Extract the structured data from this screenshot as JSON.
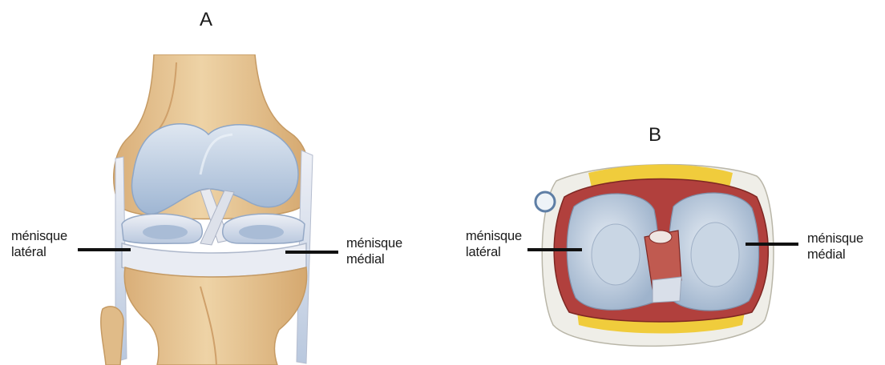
{
  "panels": {
    "a": {
      "letter": "A",
      "left_label": {
        "line1": "ménisque",
        "line2": "latéral"
      },
      "right_label": {
        "line1": "ménisque",
        "line2": "médial"
      }
    },
    "b": {
      "letter": "B",
      "left_label": {
        "line1": "ménisque",
        "line2": "latéral"
      },
      "right_label": {
        "line1": "ménisque",
        "line2": "médial"
      }
    }
  },
  "colors": {
    "bone": "#e6c596",
    "bone_shadow": "#c99b62",
    "cartilage": "#c4d4e6",
    "ligament": "#e7e9ef",
    "meniscus_section": "#b1403d",
    "fat": "#f0cc3c",
    "leader_line": "#111111"
  },
  "icons": {
    "a": "knee-joint-anterior-illustration",
    "b": "tibial-plateau-superior-illustration"
  }
}
